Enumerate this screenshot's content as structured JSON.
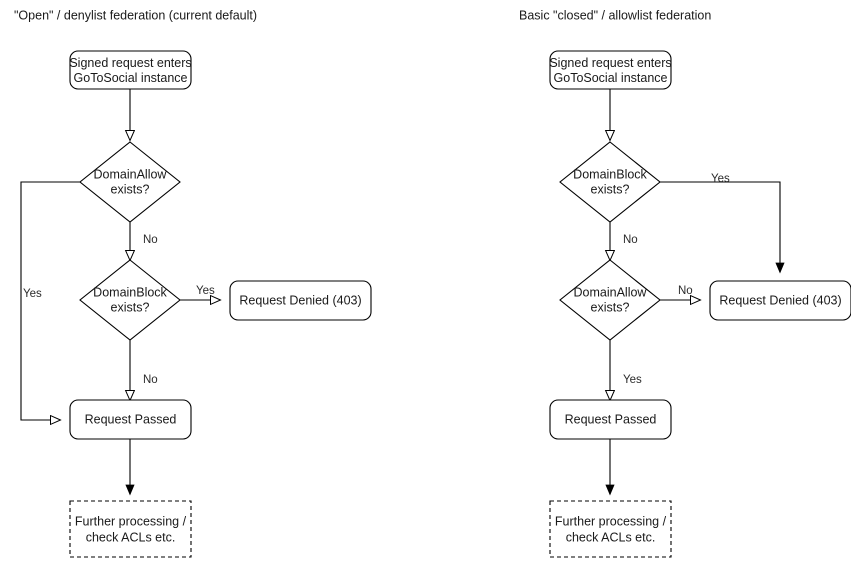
{
  "diagram": {
    "type": "flowchart",
    "title_left": "\"Open\" / denylist federation (current default)",
    "title_right": "Basic \"closed\" / allowlist federation",
    "colors": {
      "stroke": "#000000",
      "text": "#1a1a1a",
      "label_text": "#2b2b2b",
      "fill": "#ffffff"
    },
    "columns": [
      {
        "id": "denylist",
        "title": "\"Open\" / denylist federation (current default)",
        "nodes": {
          "entry_line1": "Signed request enters",
          "entry_line2": "GoToSocial instance",
          "decision1_line1": "DomainAllow",
          "decision1_line2": "exists?",
          "decision2_line1": "DomainBlock",
          "decision2_line2": "exists?",
          "denied": "Request Denied (403)",
          "passed": "Request Passed",
          "further_line1": "Further processing /",
          "further_line2": "check ACLs etc."
        },
        "edge_labels": {
          "decision1_no": "No",
          "decision1_yes": "Yes",
          "decision2_yes": "Yes",
          "decision2_no": "No"
        }
      },
      {
        "id": "allowlist",
        "title": "Basic \"closed\" / allowlist federation",
        "nodes": {
          "entry_line1": "Signed request enters",
          "entry_line2": "GoToSocial instance",
          "decision1_line1": "DomainBlock",
          "decision1_line2": "exists?",
          "decision2_line1": "DomainAllow",
          "decision2_line2": "exists?",
          "denied": "Request Denied (403)",
          "passed": "Request Passed",
          "further_line1": "Further processing /",
          "further_line2": "check ACLs etc."
        },
        "edge_labels": {
          "decision1_yes": "Yes",
          "decision1_no": "No",
          "decision2_no": "No",
          "decision2_yes": "Yes"
        }
      }
    ]
  }
}
